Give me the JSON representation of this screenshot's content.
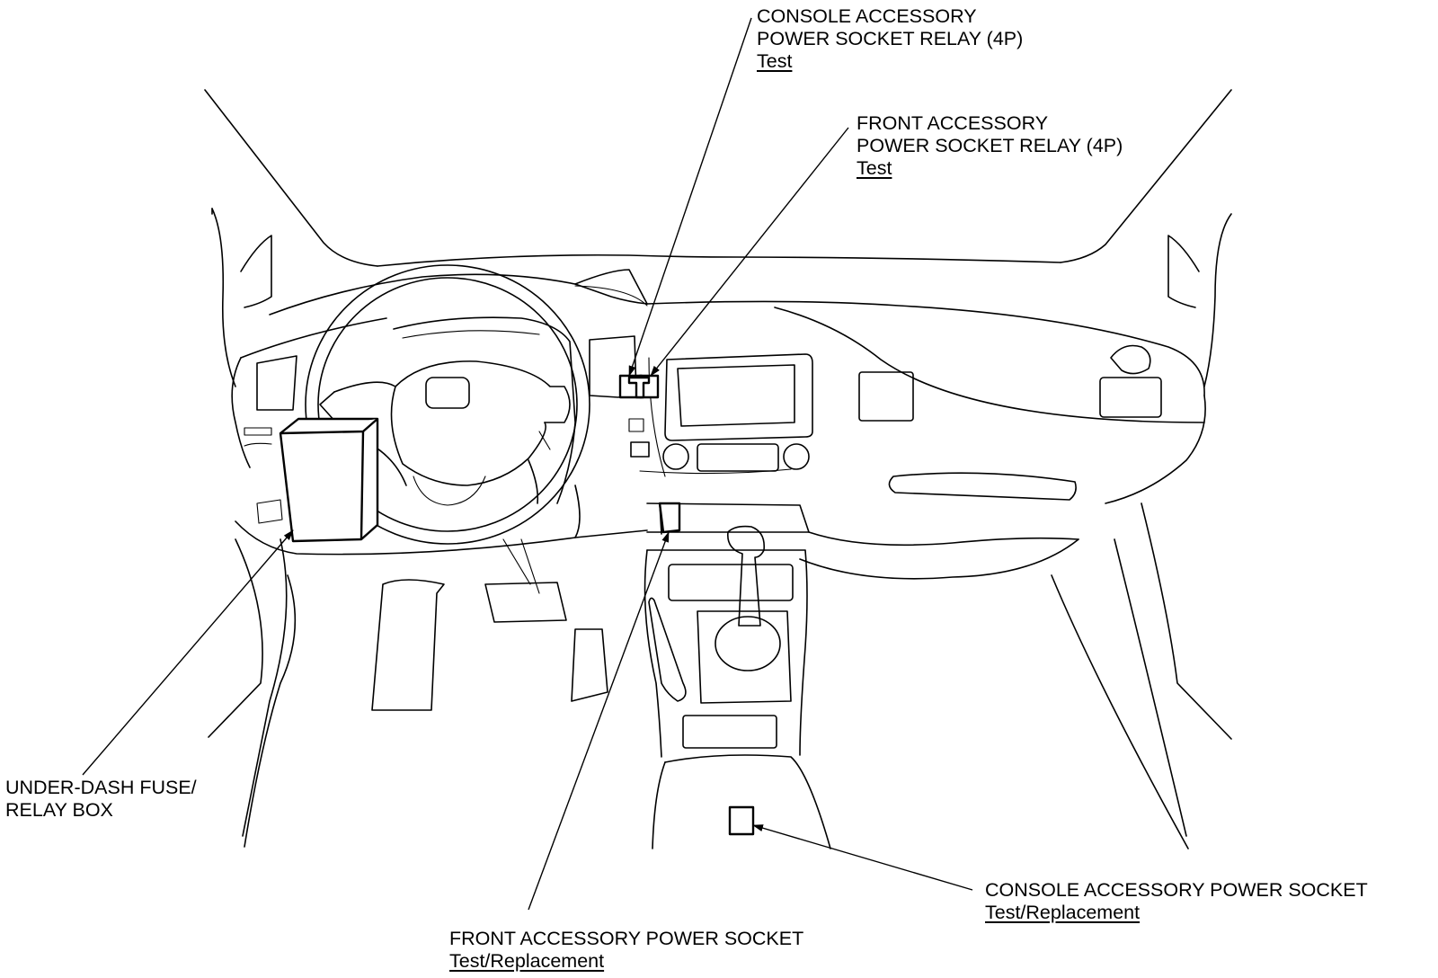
{
  "callouts": {
    "console_relay": {
      "lines": [
        "CONSOLE ACCESSORY",
        "POWER SOCKET RELAY (4P)"
      ],
      "link": "Test"
    },
    "front_relay": {
      "lines": [
        "FRONT ACCESSORY",
        "POWER SOCKET RELAY (4P)"
      ],
      "link": "Test"
    },
    "fuse_box": {
      "lines": [
        "UNDER-DASH FUSE/",
        "RELAY BOX"
      ]
    },
    "front_socket": {
      "lines": [
        "FRONT ACCESSORY POWER SOCKET"
      ],
      "link": "Test/Replacement"
    },
    "console_socket": {
      "lines": [
        "CONSOLE ACCESSORY POWER SOCKET"
      ],
      "link": "Test/Replacement"
    }
  },
  "colors": {
    "line": "#000000",
    "background": "#ffffff"
  }
}
